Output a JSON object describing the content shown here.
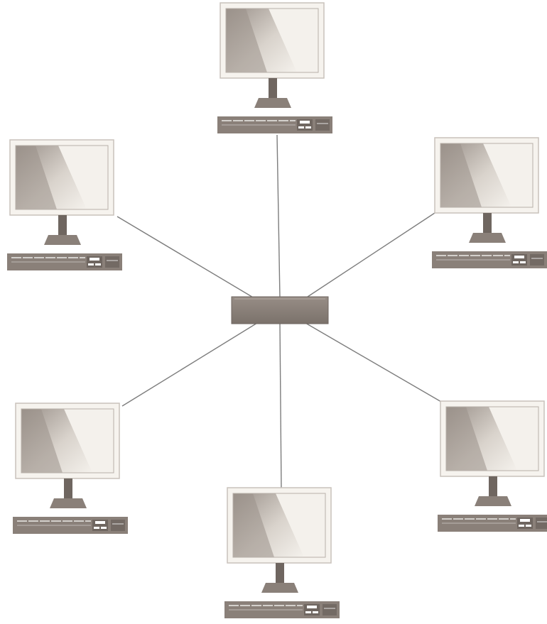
{
  "diagram": {
    "kind": "star-network-topology",
    "colors": {
      "background": "#ffffff",
      "device": "#8a8079",
      "device_dark": "#6f6660",
      "monitor_frame": "#f6f3ee",
      "monitor_frame_edge": "#c9c2bb",
      "screen_shade": "#9a918a",
      "screen_light": "#f4f1ec",
      "cable": "#7d7d7d",
      "key_gap": "#ffffff"
    },
    "hub": {
      "name": "central-hub",
      "icon": "hub-icon"
    },
    "nodes": [
      {
        "name": "computer-top",
        "icon": "computer-icon"
      },
      {
        "name": "computer-upper-left",
        "icon": "computer-icon"
      },
      {
        "name": "computer-upper-right",
        "icon": "computer-icon"
      },
      {
        "name": "computer-lower-left",
        "icon": "computer-icon"
      },
      {
        "name": "computer-bottom",
        "icon": "computer-icon"
      },
      {
        "name": "computer-lower-right",
        "icon": "computer-icon"
      }
    ]
  }
}
